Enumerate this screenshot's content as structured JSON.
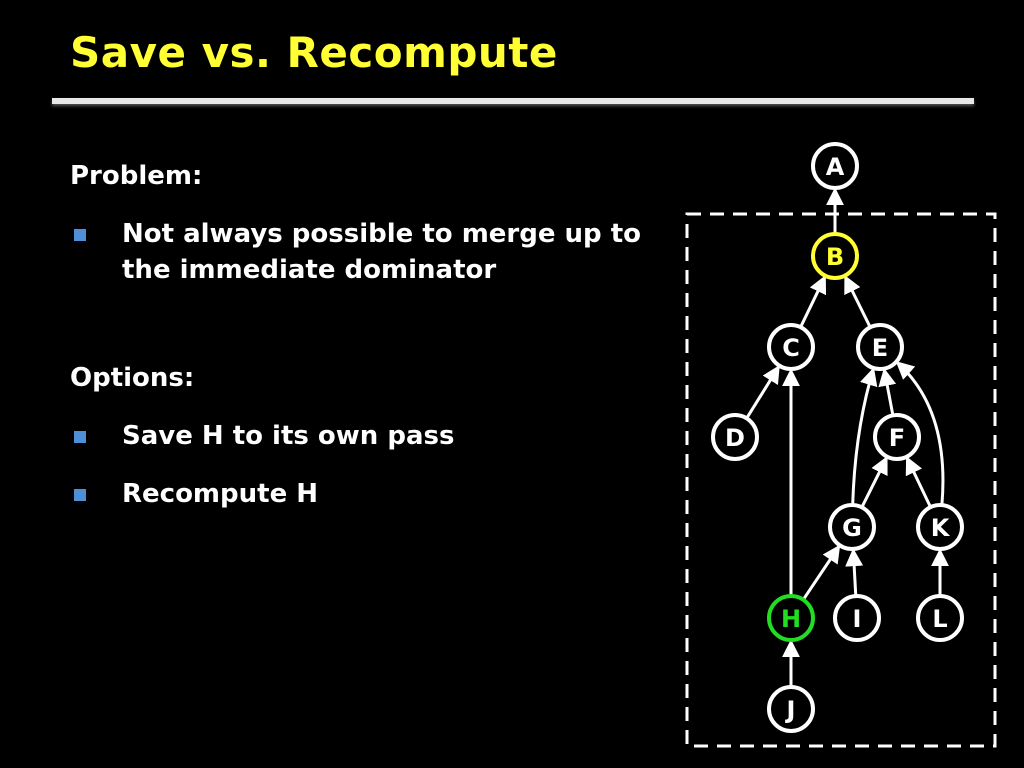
{
  "slide": {
    "title": "Save vs. Recompute"
  },
  "content": {
    "problem_heading": "Problem:",
    "problem_bullets": [
      "Not always possible to merge up to the immediate dominator"
    ],
    "options_heading": "Options:",
    "option_bullets": [
      "Save H to its own pass",
      "Recompute H"
    ]
  },
  "diagram": {
    "nodes": [
      {
        "id": "A",
        "label": "A",
        "color": "#ffffff"
      },
      {
        "id": "B",
        "label": "B",
        "color": "#ffff33"
      },
      {
        "id": "C",
        "label": "C",
        "color": "#ffffff"
      },
      {
        "id": "E",
        "label": "E",
        "color": "#ffffff"
      },
      {
        "id": "D",
        "label": "D",
        "color": "#ffffff"
      },
      {
        "id": "F",
        "label": "F",
        "color": "#ffffff"
      },
      {
        "id": "G",
        "label": "G",
        "color": "#ffffff"
      },
      {
        "id": "K",
        "label": "K",
        "color": "#ffffff"
      },
      {
        "id": "H",
        "label": "H",
        "color": "#22dd22"
      },
      {
        "id": "I",
        "label": "I",
        "color": "#ffffff"
      },
      {
        "id": "L",
        "label": "L",
        "color": "#ffffff"
      },
      {
        "id": "J",
        "label": "J",
        "color": "#ffffff"
      }
    ],
    "edges": [
      {
        "from": "B",
        "to": "A"
      },
      {
        "from": "C",
        "to": "B"
      },
      {
        "from": "E",
        "to": "B"
      },
      {
        "from": "D",
        "to": "C"
      },
      {
        "from": "H",
        "to": "C"
      },
      {
        "from": "F",
        "to": "E"
      },
      {
        "from": "G",
        "to": "E"
      },
      {
        "from": "K",
        "to": "E"
      },
      {
        "from": "G",
        "to": "F"
      },
      {
        "from": "K",
        "to": "F"
      },
      {
        "from": "H",
        "to": "G"
      },
      {
        "from": "I",
        "to": "G"
      },
      {
        "from": "L",
        "to": "K"
      },
      {
        "from": "J",
        "to": "H"
      }
    ]
  }
}
